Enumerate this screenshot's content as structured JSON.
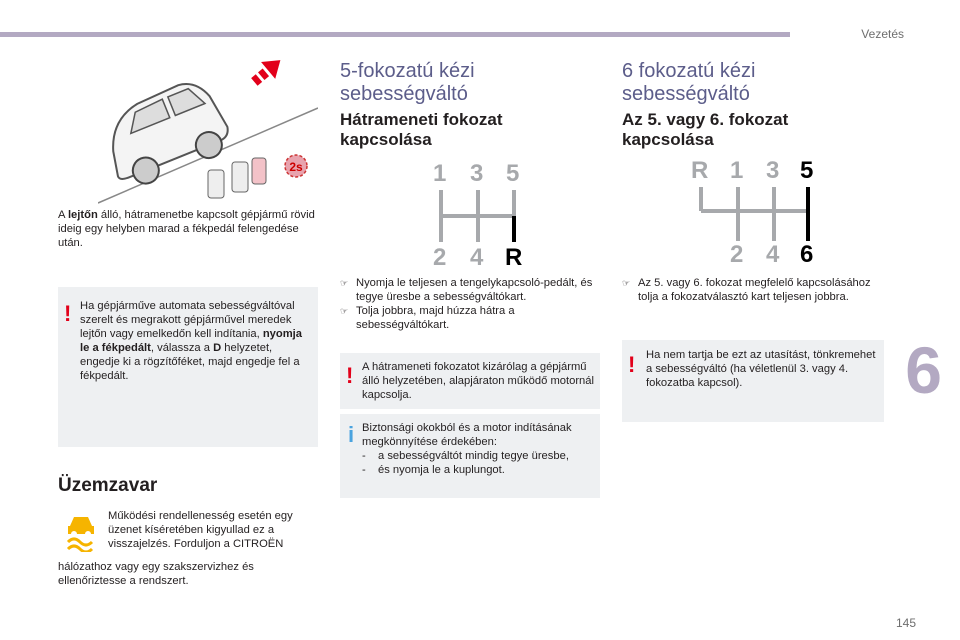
{
  "header": {
    "section": "Vezetés"
  },
  "footer": {
    "page": "145"
  },
  "chapter": "6",
  "left": {
    "caption_parts": [
      "A ",
      "lejtőn",
      " álló, hátramenetbe kapcsolt gépjármű rövid ideig egy helyben marad a fékpedál felengedése után."
    ],
    "warning_parts": [
      "Ha gépjárműve automata sebességváltóval szerelt és megrakott gépjárművel meredek lejtőn vagy emelkedőn kell indítania, ",
      "nyomja le a fékpedált",
      ", válassza a ",
      "D",
      " helyzetet, engedje ki a rögzítőféket, majd engedje fel a fékpedált."
    ],
    "malfunction_title": "Üzemzavar",
    "malfunction_text": "Működési rendellenesség esetén egy üzenet kíséretében kigyullad ez a visszajelzés. Forduljon a CITROËN",
    "malfunction_text2": "hálózathoz vagy egy szakszervizhez és ellenőriztesse a rendszert.",
    "badge": "2s"
  },
  "middle": {
    "title": "5-fokozatú kézi sebességváltó",
    "subtitle": "Hátrameneti fokozat kapcsolása",
    "gear_top": [
      "1",
      "3",
      "5"
    ],
    "gear_bottom": [
      "2",
      "4",
      "R"
    ],
    "bullets": [
      "Nyomja le teljesen a tengelykapcsoló-pedált, és tegye üresbe a sebességváltókart.",
      "Tolja jobbra, majd húzza hátra a sebességváltókart."
    ],
    "warning": "A hátrameneti fokozatot kizárólag a gépjármű álló helyzetében, alapjáraton működő motornál kapcsolja.",
    "info_intro": "Biztonsági okokból és a motor indításának megkönnyítése érdekében:",
    "info_items": [
      "a sebességváltót mindig tegye üresbe,",
      "és nyomja le a kuplungot."
    ],
    "dash": "-"
  },
  "right": {
    "title": "6 fokozatú kézi sebességváltó",
    "subtitle": "Az 5. vagy 6. fokozat kapcsolása",
    "gear_top": [
      "R",
      "1",
      "3",
      "5"
    ],
    "gear_bottom": [
      "2",
      "4",
      "6"
    ],
    "bullets": [
      "Az 5. vagy 6. fokozat megfelelő kapcsolásához tolja a fokozatválasztó kart teljesen jobbra."
    ],
    "warning": "Ha nem tartja be ezt az utasítást, tönkremehet a sebességváltó (ha véletlenül 3. vagy 4. fokozatba kapcsol)."
  },
  "icons": {
    "bullet": "arrow-bullet-icon",
    "warning": "exclamation-icon",
    "info": "info-icon"
  },
  "colors": {
    "accent": "#b3a9c2",
    "heading": "#5c5d8a",
    "warning": "#e2001a",
    "info": "#4aa3df",
    "box": "#eef0f2"
  }
}
